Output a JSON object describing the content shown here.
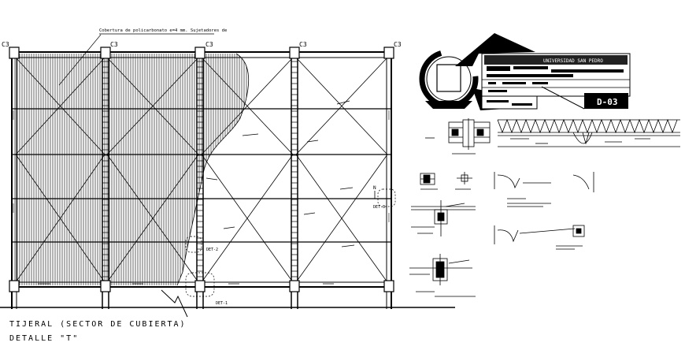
{
  "drawing": {
    "title_line1": "TIJERAL (SECTOR DE CUBIERTA)",
    "title_line2": "DETALLE \"T\"",
    "top_note": "Cobertura de policarbonato e=4 mm. Sujetadores de",
    "column_labels": [
      "C3",
      "C3",
      "C3",
      "C3",
      "C3"
    ],
    "detail_labels": {
      "det1": "DET-1",
      "det2": "DET-2",
      "det3": "DET-3"
    },
    "section_mark": "N"
  },
  "title_block": {
    "university": "UNIVERSIDAD SAN PEDRO",
    "sheet_number": "D-03"
  },
  "colors": {
    "ink": "#000000",
    "paper": "#ffffff"
  }
}
